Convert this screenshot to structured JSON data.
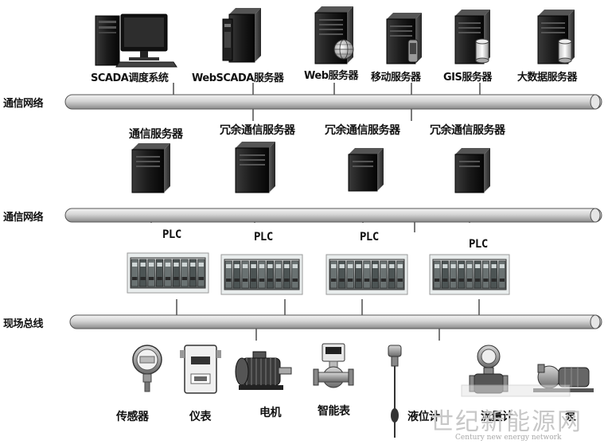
{
  "networks": {
    "net1": "通信网络",
    "net2": "通信网络",
    "bus": "现场总线"
  },
  "top_devices": [
    "SCADA调度系统",
    "WebSCADA服务器",
    "Web服务器",
    "移动服务器",
    "GIS服务器",
    "大数据服务器"
  ],
  "comm_servers": [
    "通信服务器",
    "冗余通信服务器",
    "冗余通信服务器",
    "冗余通信服务器"
  ],
  "plcs": [
    "PLC",
    "PLC",
    "PLC",
    "PLC"
  ],
  "field_devices": [
    "传感器",
    "仪表",
    "电机",
    "智能表",
    "液位计",
    "流量计",
    "泵"
  ],
  "watermark": {
    "main": "世纪新能源网",
    "sub": "Century new energy network"
  }
}
